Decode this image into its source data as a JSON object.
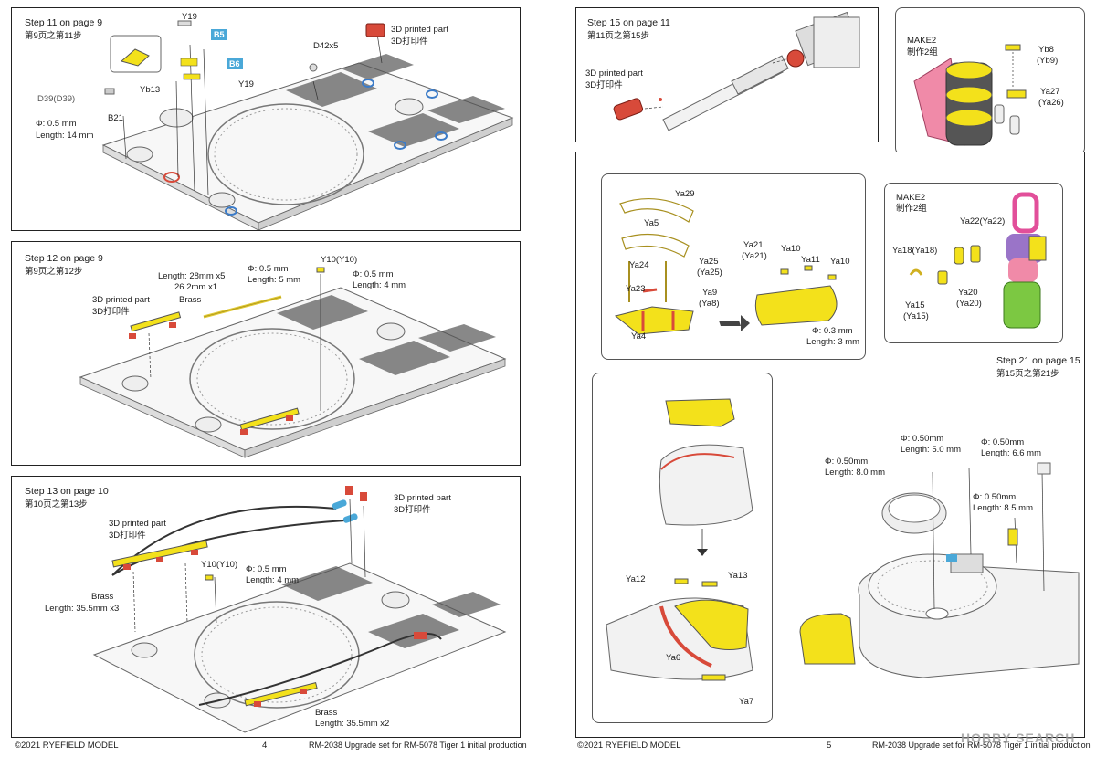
{
  "left_page": {
    "step11": {
      "title": "Step 11 on page 9",
      "subtitle": "第9页之第11步",
      "labels": {
        "y19_top": "Y19",
        "b5": "B5",
        "b6": "B6",
        "y19_bottom": "Y19",
        "printed_en": "3D printed part",
        "printed_cn": "3D打印件",
        "d42": "D42x5",
        "d39": "D39(D39)",
        "yb13": "Yb13",
        "b21": "B21",
        "phi": "Φ: 0.5 mm",
        "length": "Length: 14 mm"
      }
    },
    "step12": {
      "title": "Step 12 on page 9",
      "subtitle": "第9页之第12步",
      "labels": {
        "brass_length": "Length: 28mm x5",
        "brass_length2": "26.2mm x1",
        "phi_a": "Φ: 0.5 mm",
        "len_a": "Length: 5 mm",
        "y10": "Y10(Y10)",
        "phi_b": "Φ: 0.5 mm",
        "len_b": "Length: 4 mm",
        "printed_en": "3D printed part",
        "printed_cn": "3D打印件",
        "brass": "Brass"
      }
    },
    "step13": {
      "title": "Step 13 on page 10",
      "subtitle": "第10页之第13步",
      "labels": {
        "printed_en_r": "3D printed part",
        "printed_cn_r": "3D打印件",
        "printed_en_l": "3D printed part",
        "printed_cn_l": "3D打印件",
        "y10": "Y10(Y10)",
        "phi": "Φ: 0.5 mm",
        "len": "Length: 4 mm",
        "brass_l": "Brass",
        "brass_l_len": "Length: 35.5mm x3",
        "brass_r": "Brass",
        "brass_r_len": "Length: 35.5mm x2"
      }
    },
    "footer": {
      "copyright": "©2021 RYEFIELD MODEL",
      "page": "4",
      "product": "RM-2038 Upgrade set for RM-5078 Tiger 1 initial production"
    }
  },
  "right_page": {
    "step15": {
      "title": "Step 15 on page 11",
      "subtitle": "第11页之第15步",
      "printed_en": "3D printed part",
      "printed_cn": "3D打印件"
    },
    "make2_top": {
      "title": "MAKE2",
      "title_cn": "制作2组",
      "labels": {
        "yb8": "Yb8",
        "yb9": "(Yb9)",
        "ya27": "Ya27",
        "ya26": "(Ya26)"
      }
    },
    "make2_mid": {
      "title": "MAKE2",
      "title_cn": "制作2组",
      "labels": {
        "ya22": "Ya22(Ya22)",
        "ya18": "Ya18(Ya18)",
        "ya20": "Ya20",
        "ya20b": "(Ya20)",
        "ya15": "Ya15",
        "ya15b": "(Ya15)"
      }
    },
    "step21": {
      "title": "Step 21 on page 15",
      "subtitle": "第15页之第21步",
      "shield_box": {
        "ya29": "Ya29",
        "ya5": "Ya5",
        "ya24": "Ya24",
        "ya25": "Ya25",
        "ya25b": "(Ya25)",
        "ya23": "Ya23",
        "ya9": "Ya9",
        "ya8": "(Ya8)",
        "ya4": "Ya4",
        "ya21": "Ya21",
        "ya21b": "(Ya21)",
        "ya10a": "Ya10",
        "ya11": "Ya11",
        "ya10b": "Ya10",
        "phi": "Φ: 0.3 mm",
        "len": "Length: 3 mm"
      },
      "hull_box": {
        "ya12": "Ya12",
        "ya13": "Ya13",
        "ya6": "Ya6",
        "ya7": "Ya7"
      },
      "turret": {
        "phi1": "Φ: 0.50mm",
        "len1": "Length: 5.0 mm",
        "phi2": "Φ: 0.50mm",
        "len2": "Length: 6.6 mm",
        "phi3": "Φ: 0.50mm",
        "len3": "Length: 8.0 mm",
        "phi4": "Φ: 0.50mm",
        "len4": "Length: 8.5 mm"
      }
    },
    "footer": {
      "copyright": "©2021 RYEFIELD MODEL",
      "page": "5",
      "product": "RM-2038 Upgrade set for RM-5078 Tiger 1 initial production",
      "watermark": "HOBBY SEARCH"
    }
  },
  "colors": {
    "printed_red": "#d84a3a",
    "brass_yellow": "#f3e11b",
    "tag_blue": "#4aa8d8",
    "pink": "#f08aa8",
    "green": "#7cc842",
    "purple": "#9a74c8"
  }
}
